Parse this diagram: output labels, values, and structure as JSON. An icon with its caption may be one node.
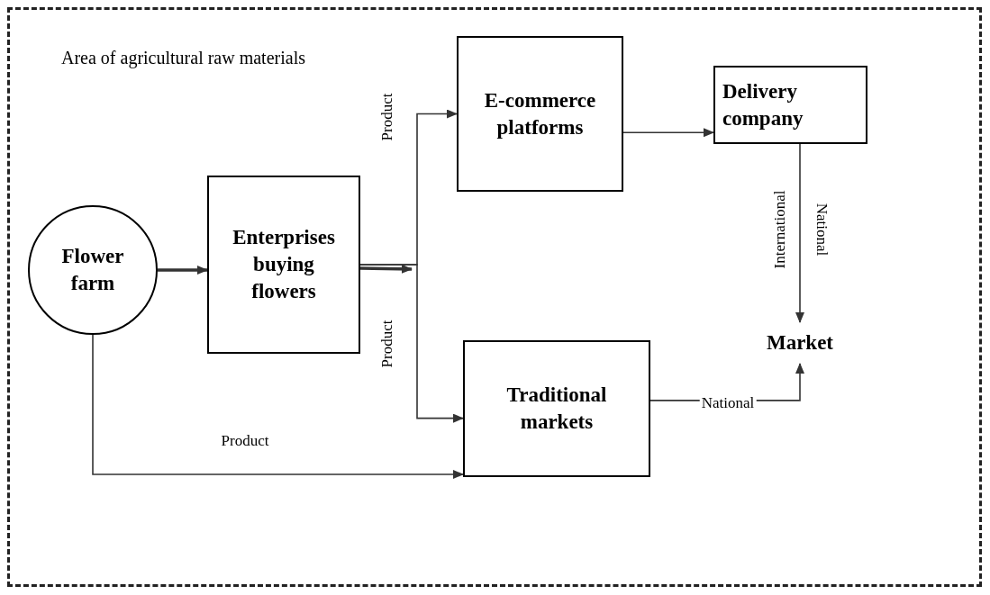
{
  "diagram": {
    "nodes": [
      {
        "text": [
          "Area of agricultural raw materials"
        ]
      },
      {
        "text": [
          "Flower farm"
        ],
        "in": 0
      },
      {
        "text": [
          "Enterprises buying flowers"
        ],
        "in": 0
      },
      {
        "text": [
          "E-commerce platforms"
        ],
        "in": 0
      },
      {
        "text": [
          "Delivery company"
        ],
        "in": 0
      },
      {
        "text": [
          "Market"
        ],
        "in": 0
      },
      {
        "text": [
          "Traditional markets"
        ],
        "in": 0
      }
    ],
    "edges": [
      {
        "from": 1,
        "to": 2,
        "arrow": "to",
        "style": "thick"
      },
      {
        "from": 2,
        "to": 3,
        "arrow": "to",
        "label": "Product"
      },
      {
        "from": 2,
        "to": 6,
        "arrow": "to",
        "label": "Product"
      },
      {
        "from": 3,
        "to": 4,
        "arrow": "to"
      },
      {
        "from": 4,
        "to": 5,
        "arrow": "to",
        "label": "International"
      },
      {
        "from": 6,
        "to": 5,
        "arrow": "to",
        "label": "National"
      },
      {
        "from": 1,
        "to": 6,
        "arrow": "to",
        "label": "Product"
      }
    ],
    "labels": [
      "National"
    ]
  }
}
